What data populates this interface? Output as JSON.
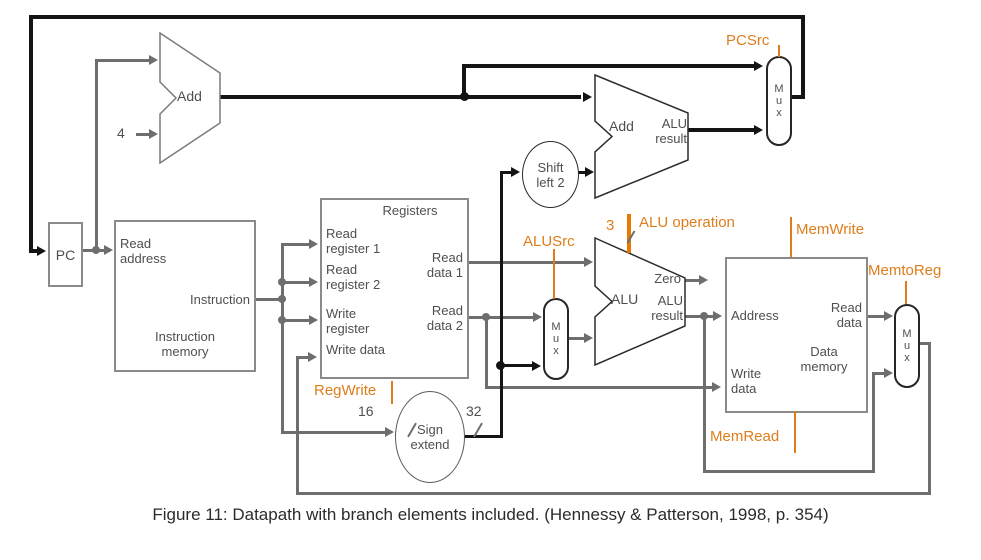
{
  "figure": {
    "caption": "Figure 11: Datapath with branch elements included. (Hennessy & Patterson, 1998, p. 354)"
  },
  "colors": {
    "wire_gray": "#6e6e6e",
    "wire_black": "#141414",
    "control_orange": "#de7d1a",
    "text_gray": "#4f4f4f",
    "background": "#ffffff"
  },
  "pc": {
    "label": "PC"
  },
  "instruction_memory": {
    "read_address": "Read address",
    "instruction": "Instruction",
    "title": "Instruction memory"
  },
  "pc_add": {
    "label": "Add",
    "increment": "4"
  },
  "branch_add": {
    "label": "Add",
    "result": "ALU result"
  },
  "shift_left": {
    "label": "Shift left 2"
  },
  "registers": {
    "title": "Registers",
    "read_register_1": "Read register 1",
    "read_register_2": "Read register 2",
    "write_register": "Write register",
    "write_data": "Write data",
    "read_data_1": "Read data 1",
    "read_data_2": "Read data 2"
  },
  "sign_extend": {
    "label": "Sign extend",
    "input_width": "16",
    "output_width": "32"
  },
  "alu": {
    "label": "ALU",
    "zero": "Zero",
    "result": "ALU result"
  },
  "data_memory": {
    "address": "Address",
    "write_data": "Write data",
    "read_data": "Read data",
    "title": "Data memory"
  },
  "mux": {
    "label": "Mux"
  },
  "control": {
    "pcsrc": "PCSrc",
    "alusrc": "ALUSrc",
    "alu_op_width": "3",
    "alu_operation": "ALU operation",
    "regwrite": "RegWrite",
    "memwrite": "MemWrite",
    "memtoreg": "MemtoReg",
    "memread": "MemRead"
  }
}
